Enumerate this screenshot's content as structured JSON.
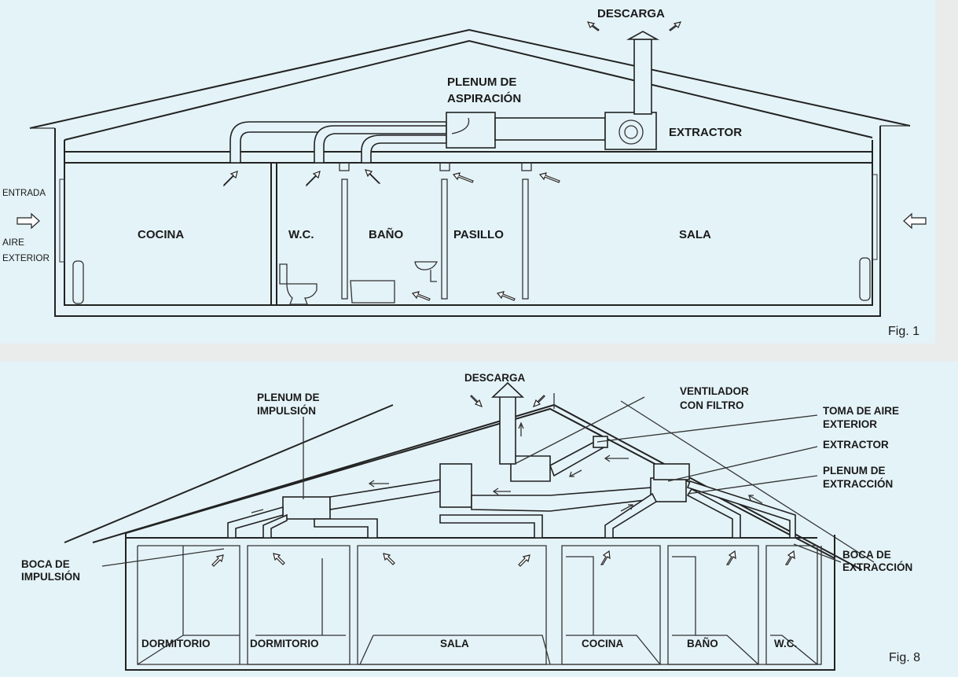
{
  "colors": {
    "panel_bg": "#e4f3f8",
    "separator": "#e9eceb",
    "ink": "#222222"
  },
  "fig1": {
    "caption": "Fig. 1",
    "descarga": "DESCARGA",
    "plenum_line1": "PLENUM DE",
    "plenum_line2": "ASPIRACIÓN",
    "extractor": "EXTRACTOR",
    "entrada": "ENTRADA",
    "aire": "AIRE",
    "exterior": "EXTERIOR",
    "rooms": [
      "COCINA",
      "W.C.",
      "BAÑO",
      "PASILLO",
      "SALA"
    ]
  },
  "fig8": {
    "caption": "Fig. 8",
    "descarga": "DESCARGA",
    "plenum_impulsion_line1": "PLENUM DE",
    "plenum_impulsion_line2": "IMPULSIÓN",
    "ventilador_line1": "VENTILADOR",
    "ventilador_line2": "CON FILTRO",
    "toma_line1": "TOMA DE AIRE",
    "toma_line2": "EXTERIOR",
    "extractor": "EXTRACTOR",
    "plenum_extraccion_line1": "PLENUM DE",
    "plenum_extraccion_line2": "EXTRACCIÓN",
    "boca_impulsion_line1": "BOCA DE",
    "boca_impulsion_line2": "IMPULSIÓN",
    "boca_extraccion_line1": "BOCA DE",
    "boca_extraccion_line2": "EXTRACCIÓN",
    "rooms": [
      "DORMITORIO",
      "DORMITORIO",
      "SALA",
      "COCINA",
      "BAÑO",
      "W.C."
    ]
  }
}
